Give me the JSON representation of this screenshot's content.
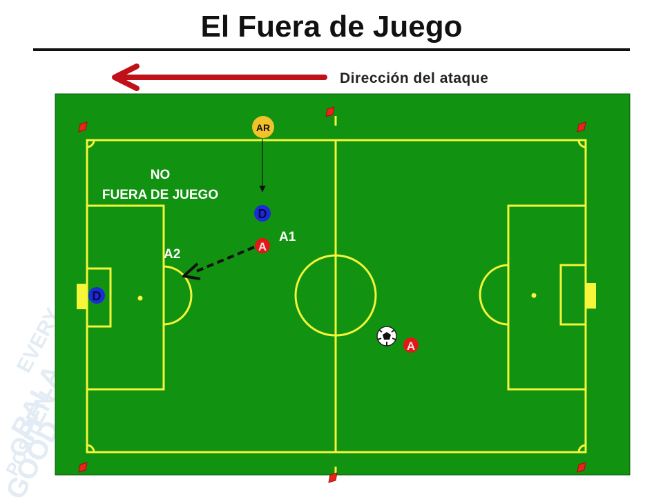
{
  "title": "El Fuera de Juego",
  "direction": {
    "label": "Dirección del ataque"
  },
  "annotation": {
    "line1": "NO",
    "line2": "FUERA DE JUEGO"
  },
  "players": {
    "assistant_referee": "AR",
    "defender_top": "D",
    "defender_goalkeeper": "D",
    "attacker_a1": "A",
    "attacker_bottom": "A"
  },
  "labels": {
    "a1": "A1",
    "a2": "A2"
  },
  "colors": {
    "pitch": "#119211",
    "lines": "#f5f53a",
    "arrow": "#c01018",
    "defender": "#1c2bd8",
    "attacker": "#e01818",
    "assistant_referee": "#f2c22a",
    "flag": "#e8241c"
  }
}
